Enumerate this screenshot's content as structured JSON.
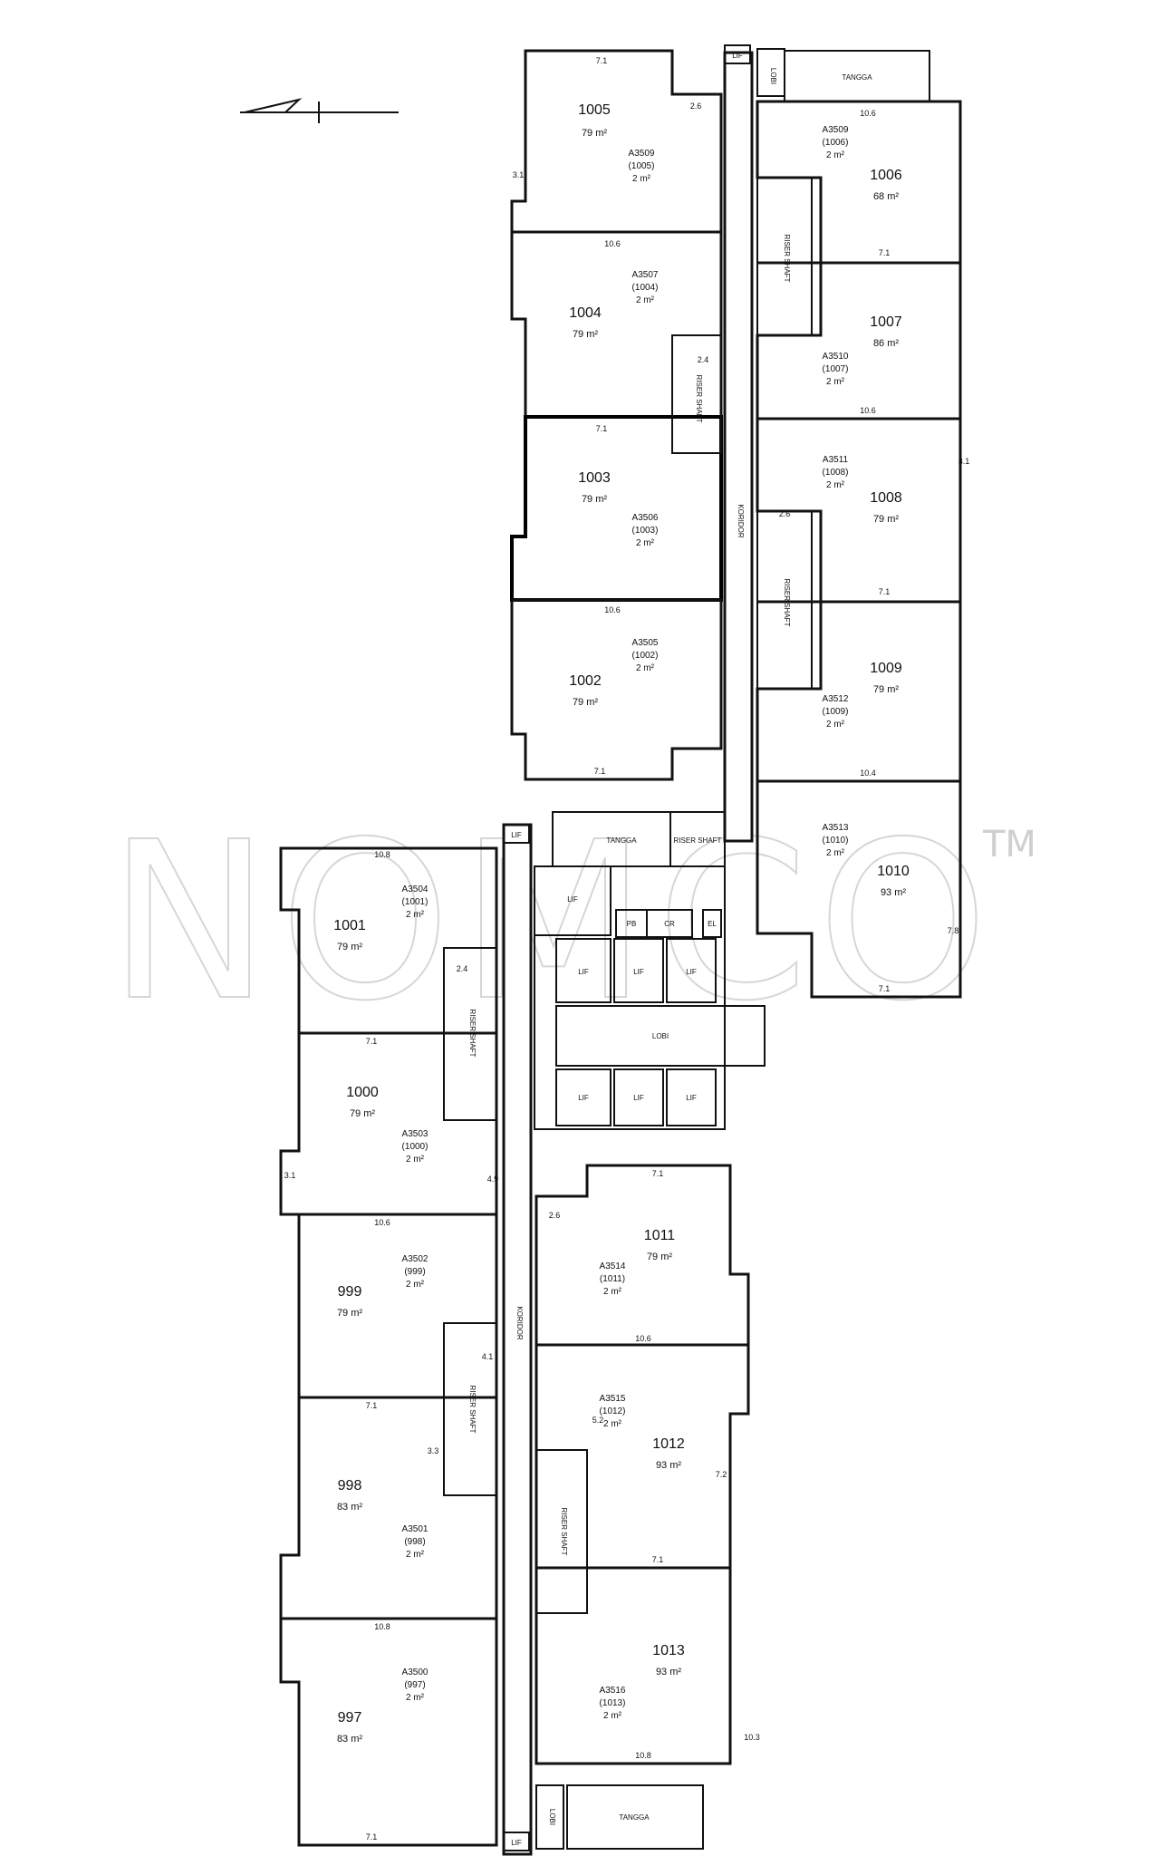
{
  "watermark": {
    "text": "NOMCO",
    "tm": "TM"
  },
  "units": [
    {
      "no": "1005",
      "area": "79 m²",
      "tag": [
        "A3509",
        "(1005)",
        "2 m²"
      ]
    },
    {
      "no": "1004",
      "area": "79 m²",
      "tag": [
        "A3507",
        "(1004)",
        "2 m²"
      ]
    },
    {
      "no": "1003",
      "area": "79 m²",
      "tag": [
        "A3506",
        "(1003)",
        "2 m²"
      ]
    },
    {
      "no": "1002",
      "area": "79 m²",
      "tag": [
        "A3505",
        "(1002)",
        "2 m²"
      ]
    },
    {
      "no": "1006",
      "area": "68 m²",
      "tag": [
        "A3509",
        "(1006)",
        "2 m²"
      ]
    },
    {
      "no": "1007",
      "area": "86 m²",
      "tag": [
        "A3510",
        "(1007)",
        "2 m²"
      ]
    },
    {
      "no": "1008",
      "area": "79 m²",
      "tag": [
        "A3511",
        "(1008)",
        "2 m²"
      ]
    },
    {
      "no": "1009",
      "area": "79 m²",
      "tag": [
        "A3512",
        "(1009)",
        "2 m²"
      ]
    },
    {
      "no": "1010",
      "area": "93 m²",
      "tag": [
        "A3513",
        "(1010)",
        "2 m²"
      ]
    },
    {
      "no": "1001",
      "area": "79 m²",
      "tag": [
        "A3504",
        "(1001)",
        "2 m²"
      ]
    },
    {
      "no": "1000",
      "area": "79 m²",
      "tag": [
        "A3503",
        "(1000)",
        "2 m²"
      ]
    },
    {
      "no": "999",
      "area": "79 m²",
      "tag": [
        "A3502",
        "(999)",
        "2 m²"
      ]
    },
    {
      "no": "998",
      "area": "83 m²",
      "tag": [
        "A3501",
        "(998)",
        "2 m²"
      ]
    },
    {
      "no": "997",
      "area": "83 m²",
      "tag": [
        "A3500",
        "(997)",
        "2 m²"
      ]
    },
    {
      "no": "1011",
      "area": "79 m²",
      "tag": [
        "A3514",
        "(1011)",
        "2 m²"
      ]
    },
    {
      "no": "1012",
      "area": "93 m²",
      "tag": [
        "A3515",
        "(1012)",
        "2 m²"
      ]
    },
    {
      "no": "1013",
      "area": "93 m²",
      "tag": [
        "A3516",
        "(1013)",
        "2 m²"
      ]
    }
  ],
  "dimensions": {
    "width": "7.1",
    "depth": "10.6",
    "d103": "10.3",
    "d104": "10.4",
    "d108": "10.8",
    "half": "3.1",
    "s26": "2.6",
    "s24": "2.4",
    "s41": "4.1",
    "s52": "5.2",
    "s33": "3.3",
    "s78": "7.8",
    "s72": "7.2",
    "s49": "4.9"
  },
  "rooms": {
    "lift": "LIF",
    "lift_hall": "LIF",
    "stair": "TANGGA",
    "shaft": "PB",
    "cr": "CR",
    "el": "EL",
    "riser": "RISER SHAFT",
    "corridor": "KORIDOR",
    "lobby": "LOBI"
  }
}
